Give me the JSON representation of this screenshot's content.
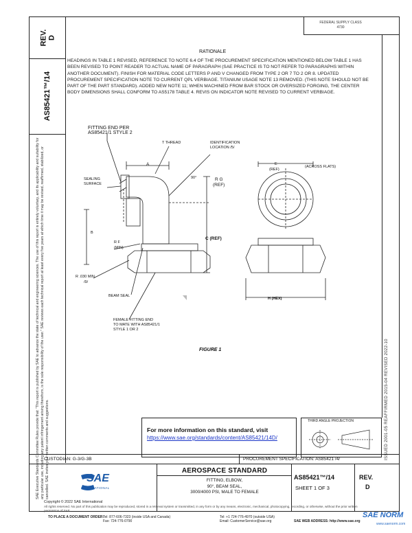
{
  "sheet_rev": {
    "label": "REV.",
    "value": "D"
  },
  "document_number": "AS85421™/14",
  "fed_sup": "FEDERAL SUPPLY CLASS\n4730",
  "rationale": {
    "title": "RATIONALE",
    "text": "Headings in Table 1 revised, reference to note 6.4 of the procurement specification mentioned below Table 1 has been revised to point reader to actual name of paragraph (SAE practice is to not refer to paragraphs within another document). Finish for material code letters P and V changed from Type 2 or 7 to 2 or 8. Updated procurement specification note to current QPL verbiage. Titanium usage note 13 removed. (This note should not be part of the part standard). Added new note 11; when machined from bar stock or oversized forging, the center body dimensions shall conform to AS5178 Table 4. Revis on indicator note revised to current verbiage."
  },
  "figure": {
    "caption": "FIGURE 1",
    "labels": {
      "fitting_end": "FITTING END PER\nAS85421/1 STYLE 2",
      "t_thread": "T THREAD",
      "id_location": "IDENTIFICATION\nLOCATION /5/",
      "a": "A",
      "e": "E",
      "e_ref": "(REF)",
      "across_flats": "(ACROSS FLATS)",
      "sealing_surface": "SEALING\nSURFACE",
      "angle": "90°",
      "rg": "R G",
      "rg_ref": "(REF)",
      "b": "B",
      "rf": "R F",
      "rf_min": "(MIN)",
      "c_ref": "C (REF)",
      "r_min": "R .030 MIN",
      "r_note": "/9/",
      "beam_seal": "BEAM SEAL",
      "h_hex": "H (HEX)",
      "female_end": "FEMALE FITTING END\nTO MATE WITH AS85421/1\nSTYLE 1 OR 2"
    }
  },
  "info_box": {
    "heading": "For more information on this standard, visit",
    "link": "https://www.sae.org/standards/content/AS85421/14D/"
  },
  "projection_label": "THIRD ANGLE PROJECTION",
  "custodian": "CUSTODIAN: G-3/G-3B",
  "procurement_spec": "PROCUREMENT SPECIFICATION: AS85421 /4/",
  "title_block": {
    "heading": "AEROSPACE STANDARD",
    "title_lines": [
      "FITTING, ELBOW,",
      "90°, BEAM SEAL,",
      "3000/4000 PSI, MALE TO FEMALE"
    ],
    "doc_number": "AS85421™/14",
    "sheet": "SHEET 1 OF 3",
    "rev_label": "REV.",
    "rev_value": "D"
  },
  "logo": {
    "text": "SAE",
    "sub": "INTERNATIONAL"
  },
  "revision_dates": "ISSUED 2001-05    REAFFIRMED 2015-04    REVISED 2022-10",
  "legal_notice": "SAE Executive Standards Committee Rules provide that: \"This report is published by SAE to advance the state of technical and engineering sciences. The use of this report is entirely voluntary, and its applicability and suitability for any particular use, including any patent infringement arising therefrom, is the sole responsibility of the user.\" SAE reviews each technical report at least every five years at which time it may be revised, reaffirmed, stabilized, or cancelled. SAE invites your written comments and suggestions.",
  "copyright": "Copyright © 2022 SAE International",
  "footer_notice": "All rights reserved. No part of this publication may be reproduced, stored in a retrieval system or transmitted, in any form or by any means, electronic, mechanical, photocopying, recording, or otherwise, without the prior written permission of SAE.",
  "contact": {
    "order_label": "TO PLACE A DOCUMENT ORDER:",
    "tel1": "Tel: 877-606-7323 (inside USA and Canada)",
    "fax": "Fax: 724-776-0790",
    "tel2": "Tel: +1 724-776-4970 (outside USA)",
    "email": "Email: CustomerService@sae.org",
    "web": "SAE WEB ADDRESS: http://www.sae.org"
  },
  "watermark": {
    "text": "SAE NORM",
    "sub": "www.saenorm.com"
  },
  "colors": {
    "link": "#1a35c7",
    "logo_blue": "#1c5aa8",
    "watermark_blue": "#2c6ec4"
  }
}
